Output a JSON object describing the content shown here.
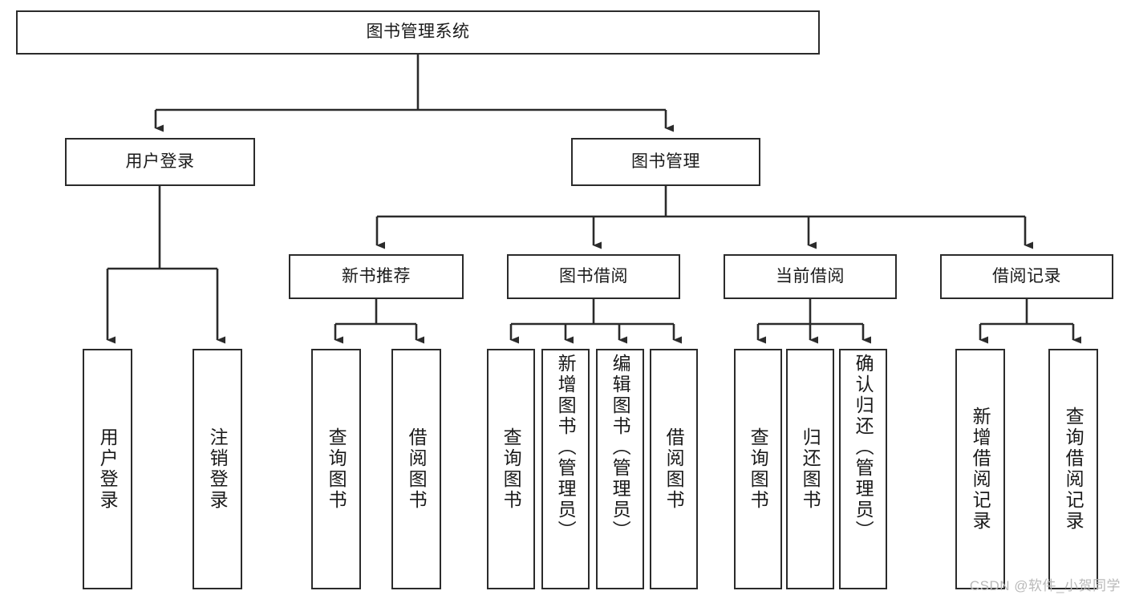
{
  "diagram": {
    "title": "图书管理系统",
    "type": "hierarchy-tree",
    "watermark": "CSDN @软件_小贺同学",
    "root": {
      "id": "root",
      "label": "图书管理系统"
    },
    "level2": [
      {
        "id": "user-login",
        "label": "用户登录"
      },
      {
        "id": "book-manage",
        "label": "图书管理"
      }
    ],
    "level3": [
      {
        "id": "new-book-rec",
        "label": "新书推荐"
      },
      {
        "id": "book-borrow",
        "label": "图书借阅"
      },
      {
        "id": "current-borrow",
        "label": "当前借阅"
      },
      {
        "id": "borrow-record",
        "label": "借阅记录"
      }
    ],
    "leaves": {
      "user_login": [
        {
          "id": "leaf-user-login",
          "label": "用户登录"
        },
        {
          "id": "leaf-logout",
          "label": "注销登录"
        }
      ],
      "new_book_rec": [
        {
          "id": "leaf-query-book-1",
          "label": "查询图书"
        },
        {
          "id": "leaf-borrow-book-1",
          "label": "借阅图书"
        }
      ],
      "book_borrow": [
        {
          "id": "leaf-query-book-2",
          "label": "查询图书"
        },
        {
          "id": "leaf-add-book",
          "label": "新增图书（管理员）"
        },
        {
          "id": "leaf-edit-book",
          "label": "编辑图书（管理员）"
        },
        {
          "id": "leaf-borrow-book-2",
          "label": "借阅图书"
        }
      ],
      "current_borrow": [
        {
          "id": "leaf-query-book-3",
          "label": "查询图书"
        },
        {
          "id": "leaf-return-book",
          "label": "归还图书"
        },
        {
          "id": "leaf-confirm-return",
          "label": "确认归还（管理员）"
        }
      ],
      "borrow_record": [
        {
          "id": "leaf-add-record",
          "label": "新增借阅记录"
        },
        {
          "id": "leaf-query-record",
          "label": "查询借阅记录"
        }
      ]
    },
    "colors": {
      "stroke": "#2b2b2b",
      "background": "#ffffff",
      "text": "#1a1a1a",
      "watermark": "#b9b9b9"
    }
  }
}
